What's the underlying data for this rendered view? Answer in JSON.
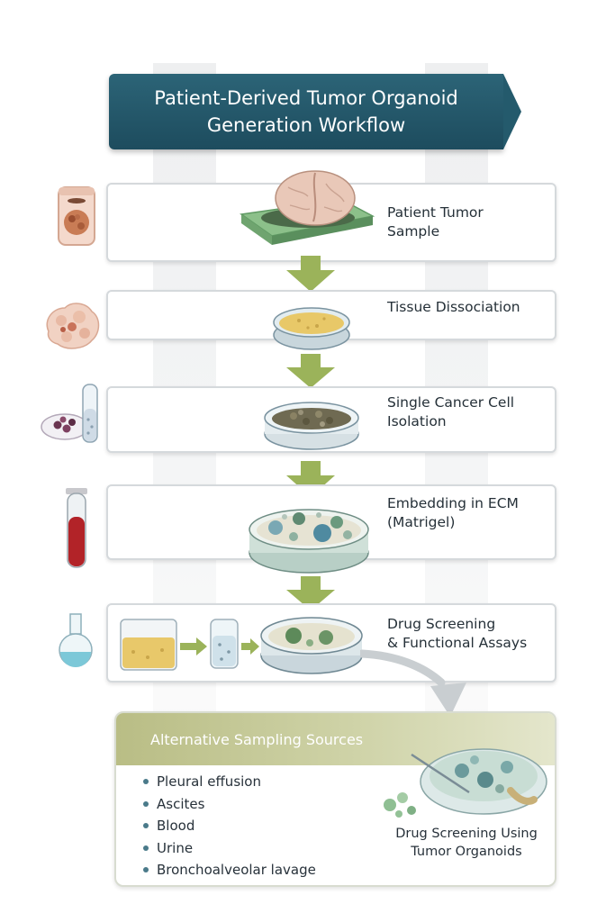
{
  "title": "Patient-Derived Tumor Organoid\nGeneration Workflow",
  "steps": [
    {
      "label": "Patient Tumor\nSample",
      "icon": "tumor-sample-jar-icon"
    },
    {
      "label": "Tissue Dissociation",
      "icon": "tissue-fragment-icon"
    },
    {
      "label": "Single Cancer Cell\nIsolation",
      "icon": "cells-and-tube-icon"
    },
    {
      "label": "Embedding in ECM\n(Matrigel)",
      "icon": "blood-tube-icon"
    },
    {
      "label": "Drug Screening\n& Functional Assays",
      "icon": "flask-icon"
    }
  ],
  "alternative": {
    "heading": "Alternative Sampling Sources",
    "items": [
      "Pleural effusion",
      "Ascites",
      "Blood",
      "Urine",
      "Bronchoalveolar lavage"
    ],
    "caption": "Drug Screening Using\nTumor Organoids"
  },
  "colors": {
    "header": "#1d4c5e",
    "arrow": "#9bb35a",
    "alt_header": "#b9bd85"
  }
}
